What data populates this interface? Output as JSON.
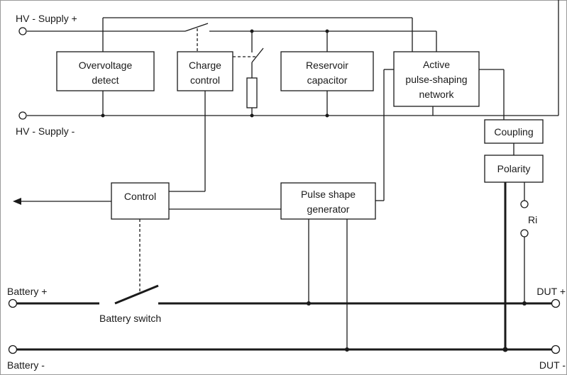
{
  "terminals": {
    "hv_plus": "HV - Supply +",
    "hv_minus": "HV - Supply -",
    "battery_plus": "Battery +",
    "battery_minus": "Battery -",
    "dut_plus": "DUT +",
    "dut_minus": "DUT -",
    "ri": "Ri"
  },
  "blocks": {
    "overvoltage": [
      "Overvoltage",
      "detect"
    ],
    "charge_control": [
      "Charge",
      "control"
    ],
    "reservoir": [
      "Reservoir",
      "capacitor"
    ],
    "active_network": [
      "Active",
      "pulse-shaping",
      "network"
    ],
    "coupling": "Coupling",
    "polarity": "Polarity",
    "control": "Control",
    "pulse_generator": [
      "Pulse shape",
      "generator"
    ]
  },
  "switch_label": "Battery switch",
  "colors": {
    "line": "#1a1a1a",
    "frame": "#9a9a9a",
    "background": "#ffffff"
  }
}
